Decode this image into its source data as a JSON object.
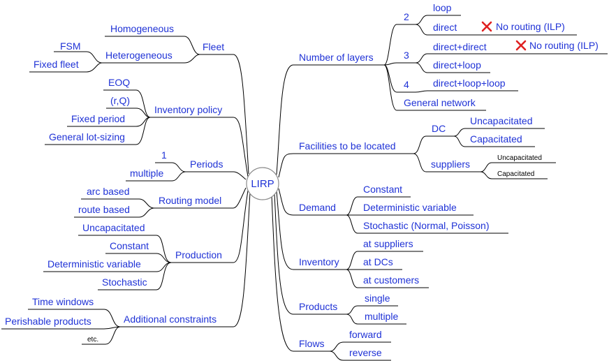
{
  "center": "LIRP",
  "nodes": {
    "fleet": "Fleet",
    "homogeneous": "Homogeneous",
    "heterogeneous": "Heterogeneous",
    "fsm": "FSM",
    "fixed_fleet": "Fixed fleet",
    "inventory_policy": "Inventory policy",
    "eoq": "EOQ",
    "rq": "(r,Q)",
    "fixed_period": "Fixed period",
    "general_lot_sizing": "General lot-sizing",
    "periods": "Periods",
    "periods_1": "1",
    "periods_multiple": "multiple",
    "routing_model": "Routing model",
    "arc_based": "arc based",
    "route_based": "route based",
    "production": "Production",
    "prod_uncapacitated": "Uncapacitated",
    "prod_constant": "Constant",
    "prod_det_variable": "Deterministic variable",
    "prod_stochastic": "Stochastic",
    "additional_constraints": "Additional constraints",
    "time_windows": "Time windows",
    "perishable_products": "Perishable products",
    "etc": "etc.",
    "number_of_layers": "Number of layers",
    "layers_2": "2",
    "loop": "loop",
    "direct": "direct",
    "no_routing_1": "No routing (ILP)",
    "layers_3": "3",
    "direct_direct": "direct+direct",
    "no_routing_2": "No routing (ILP)",
    "direct_loop": "direct+loop",
    "layers_4": "4",
    "direct_loop_loop": "direct+loop+loop",
    "general_network": "General network",
    "facilities": "Facilities to be located",
    "dc": "DC",
    "dc_uncapacitated": "Uncapacitated",
    "dc_capacitated": "Capacitated",
    "suppliers": "suppliers",
    "sup_uncapacitated": "Uncapacitated",
    "sup_capacitated": "Capacitated",
    "demand": "Demand",
    "dem_constant": "Constant",
    "dem_det_variable": "Deterministic variable",
    "dem_stochastic": "Stochastic (Normal, Poisson)",
    "inventory": "Inventory",
    "at_suppliers": "at suppliers",
    "at_dcs": "at DCs",
    "at_customers": "at customers",
    "products": "Products",
    "prod_single": "single",
    "prod_multiple": "multiple",
    "flows": "Flows",
    "forward": "forward",
    "reverse": "reverse"
  },
  "icons": {
    "no_routing_mark": "cross-mark-icon",
    "cross_color": "#e02020"
  },
  "colors": {
    "label": "#1f32d6",
    "line": "#000000"
  }
}
